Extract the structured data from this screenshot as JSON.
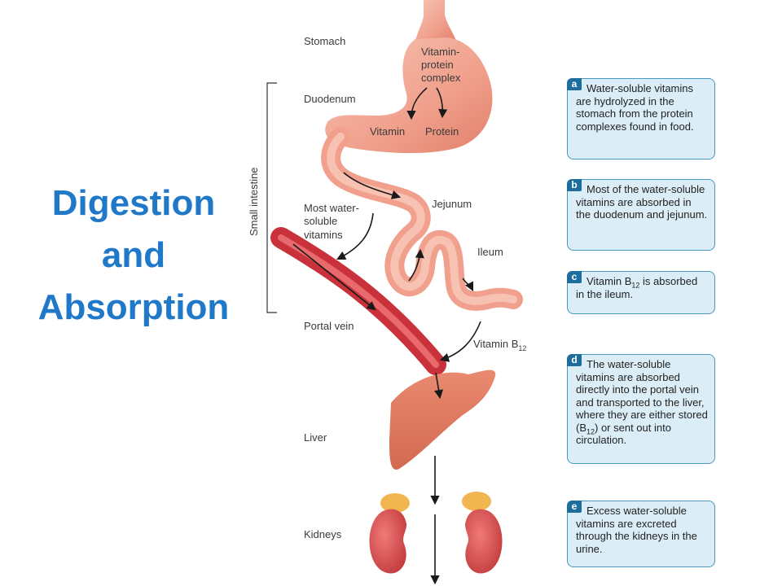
{
  "title": {
    "line1": "Digestion",
    "line2": "and",
    "line3": "Absorption"
  },
  "labels": {
    "stomach": "Stomach",
    "duodenum": "Duodenum",
    "small_intestine": "Small intestine",
    "most_water_1": "Most water-",
    "most_water_2": "soluble",
    "most_water_3": "vitamins",
    "portal_vein": "Portal vein",
    "liver": "Liver",
    "kidneys": "Kidneys",
    "vitamin_protein_1": "Vitamin-",
    "vitamin_protein_2": "protein",
    "vitamin_protein_3": "complex",
    "vitamin": "Vitamin",
    "protein": "Protein",
    "jejunum": "Jejunum",
    "ileum": "Ileum",
    "vitamin_b12": "Vitamin B",
    "b12_sub": "12"
  },
  "boxes": [
    {
      "tag": "a",
      "text": "Water-soluble vitamins are hydrolyzed in the stomach from the protein complexes found in food."
    },
    {
      "tag": "b",
      "text": "Most of the water-soluble vitamins are absorbed in the duodenum and jejunum."
    },
    {
      "tag": "c",
      "text_before": "Vitamin B",
      "sub": "12",
      "text_after": " is absorbed in the ileum."
    },
    {
      "tag": "d",
      "text_before": "The water-soluble vitamins are absorbed directly into the portal vein and transported to the liver, where they are either stored (B",
      "sub": "12",
      "text_after": ") or sent out into circulation."
    },
    {
      "tag": "e",
      "text": "Excess water-soluble vitamins are excreted through the kidneys in the urine."
    }
  ],
  "colors": {
    "title": "#1f78c8",
    "box_fill": "#dbeef7",
    "box_border": "#4a97c2",
    "tag": "#1d6e9c",
    "organ": "#f1a08e",
    "vein": "#b8141c"
  }
}
